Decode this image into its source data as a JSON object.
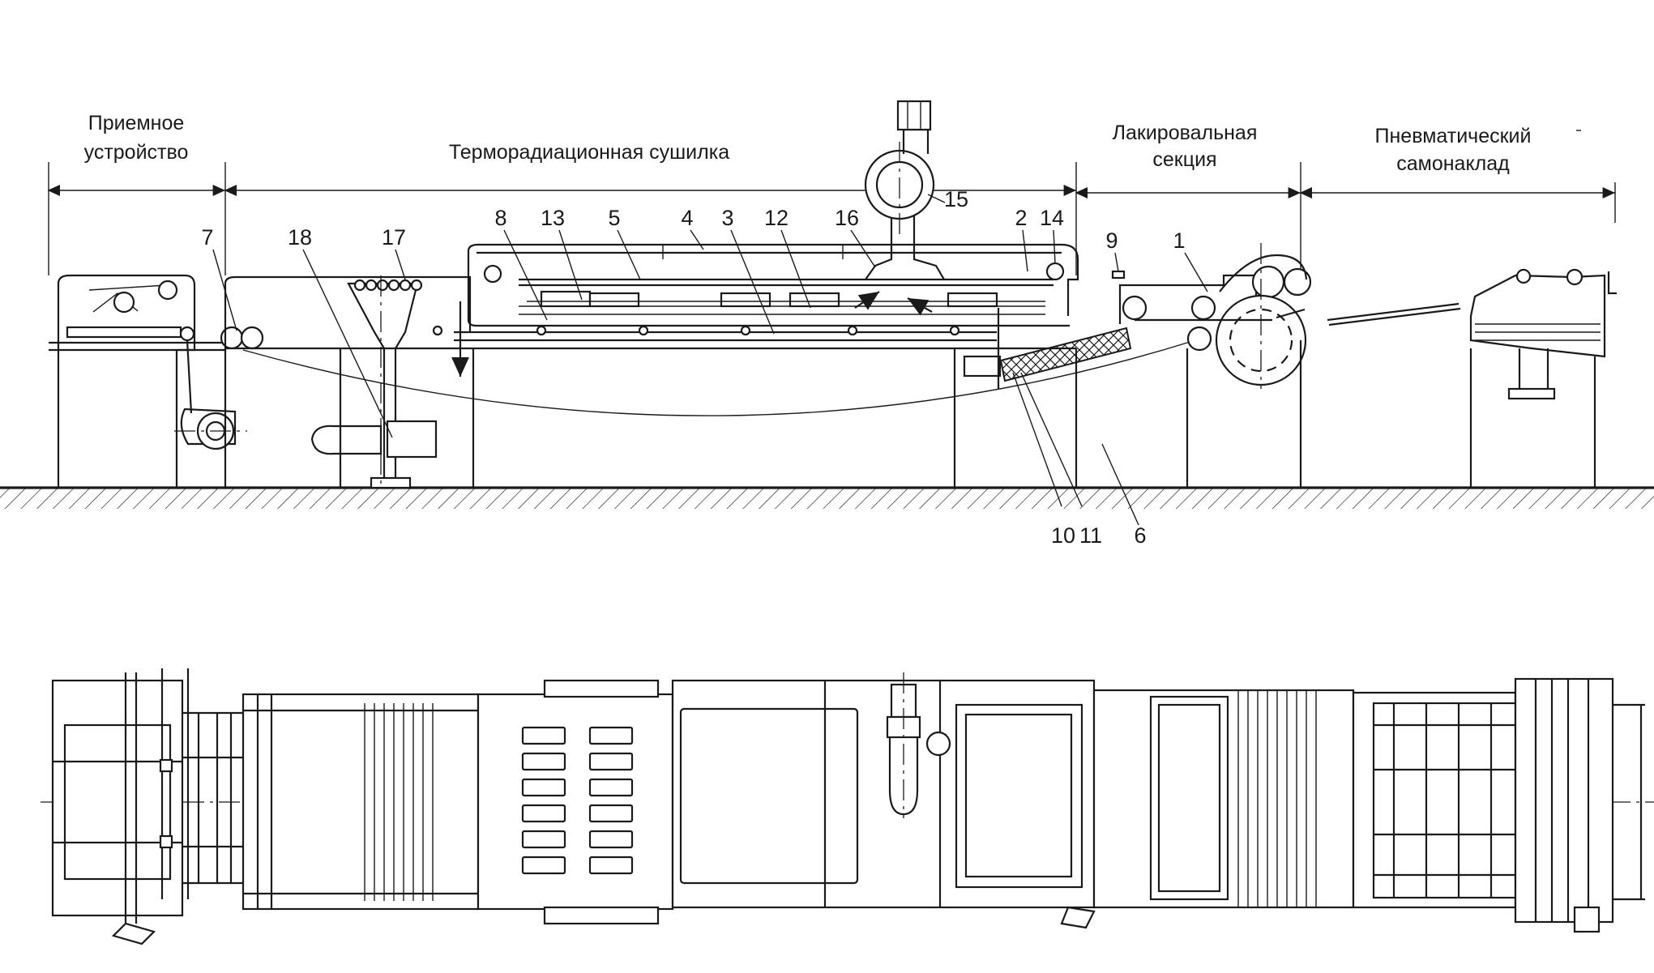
{
  "sections": {
    "receiver": [
      "Приемное",
      "устройство"
    ],
    "dryer": "Терморадиационная сушилка",
    "coater": [
      "Лакировальная",
      "секция"
    ],
    "feeder": [
      "Пневматический",
      "самонаклад"
    ]
  },
  "callouts": [
    "7",
    "18",
    "17",
    "8",
    "13",
    "5",
    "4",
    "3",
    "12",
    "16",
    "15",
    "2",
    "14",
    "9",
    "1",
    "10",
    "11",
    "6"
  ]
}
